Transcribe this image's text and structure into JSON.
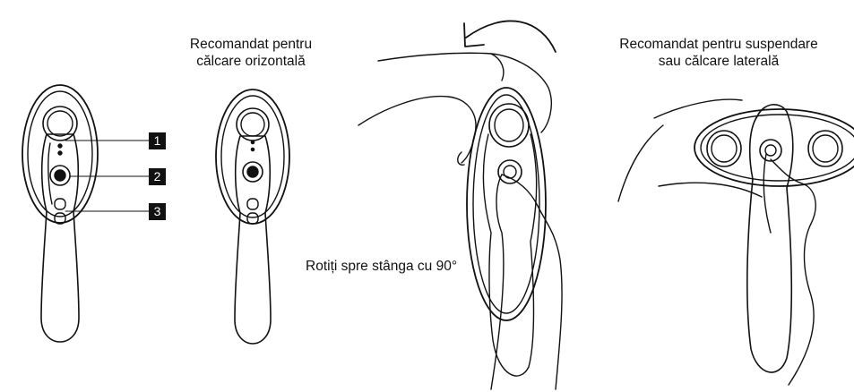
{
  "labels": {
    "horizontal_line1": "Recomandat pentru",
    "horizontal_line2": "călcare orizontală",
    "vertical_line1": "Recomandat pentru suspendare",
    "vertical_line2": "sau călcare laterală",
    "rotate": "Rotiți spre stânga cu 90°"
  },
  "callouts": [
    "1",
    "2",
    "3"
  ],
  "colors": {
    "line": "#111111",
    "callout_bg": "#111111",
    "callout_text": "#ffffff"
  }
}
